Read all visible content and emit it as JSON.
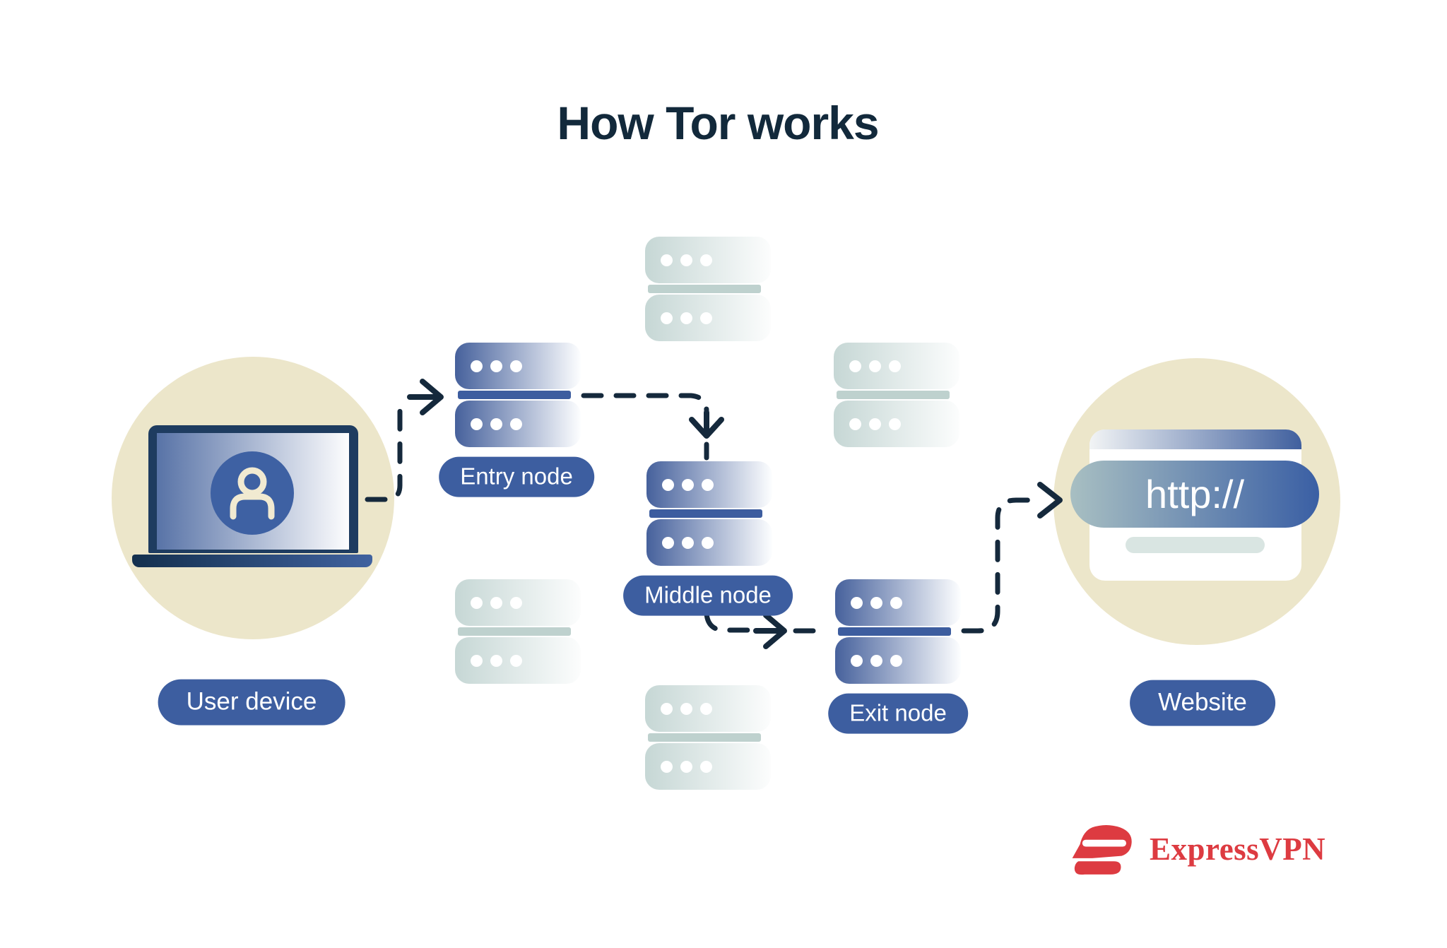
{
  "title": "How Tor works",
  "nodes": {
    "user_device": {
      "label": "User device"
    },
    "entry": {
      "label": "Entry node"
    },
    "middle": {
      "label": "Middle node"
    },
    "exit": {
      "label": "Exit node"
    },
    "website": {
      "label": "Website",
      "url_text": "http://"
    }
  },
  "relays": {
    "inactive_count": 4,
    "description_icon": "server-rack-icon"
  },
  "icons": {
    "user": "person-icon",
    "device": "laptop-icon",
    "node": "server-rack-icon",
    "website": "browser-window-icon",
    "flow": "dashed-arrow-icon",
    "brand": "expressvpn-logomark-icon"
  },
  "brand": {
    "name": "ExpressVPN"
  },
  "colors": {
    "ink": "#15293c",
    "title_ink": "#12293b",
    "accent_blue": "#3d5ea0",
    "server_blue": "#46619c",
    "stripe_blue": "#3d5d9f",
    "faded_teal": "#c6d7d5",
    "faded_stripe": "#bed1ce",
    "beige": "#ece6ca",
    "brand_red": "#dd3b41"
  }
}
